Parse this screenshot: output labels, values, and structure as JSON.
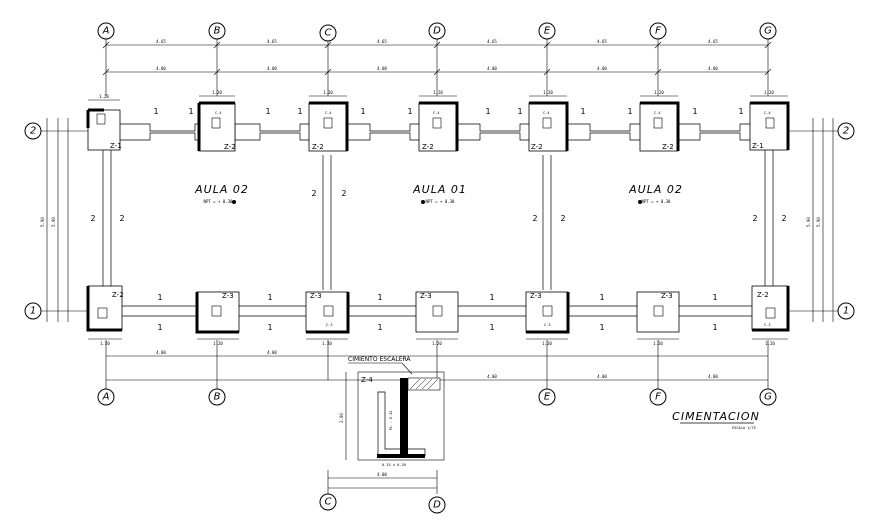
{
  "axes": {
    "columns": [
      "A",
      "B",
      "C",
      "D",
      "E",
      "F",
      "G"
    ],
    "rows": [
      "2",
      "1"
    ]
  },
  "dimensions": {
    "top_spacing": "4.65",
    "side_total": "5.90",
    "footing_width": "1.20",
    "bottom_spacing": "4.00"
  },
  "rooms": [
    {
      "name": "AULA 02",
      "level": "NPT = + 0.30"
    },
    {
      "name": "AULA 01",
      "level": "NPT = + 0.30"
    },
    {
      "name": "AULA 02",
      "level": "NPT = + 0.30"
    }
  ],
  "footings": {
    "top_row": [
      "Z-1",
      "Z-2",
      "Z-2",
      "Z-2",
      "Z-2",
      "Z-2",
      "Z-1"
    ],
    "bottom_row": [
      "Z-2",
      "Z-3",
      "Z-3",
      "Z-3",
      "Z-3",
      "Z-3",
      "Z-2"
    ],
    "column_tag": "C-4",
    "bottom_column_tag": "C-3"
  },
  "sections": {
    "s1": "1",
    "s2": "2"
  },
  "stair_detail": {
    "callout": "CIMIENTO ESCALERA",
    "zone": "Z-4",
    "wall_tag": "PL - 0.15",
    "base_tag": "0.15 x 0.20",
    "axis_left": "C",
    "axis_right": "D",
    "width": "4.00",
    "height": "2.00"
  },
  "drawing": {
    "title": "CIMENTACION",
    "scale": "ESCALA 1/75"
  }
}
